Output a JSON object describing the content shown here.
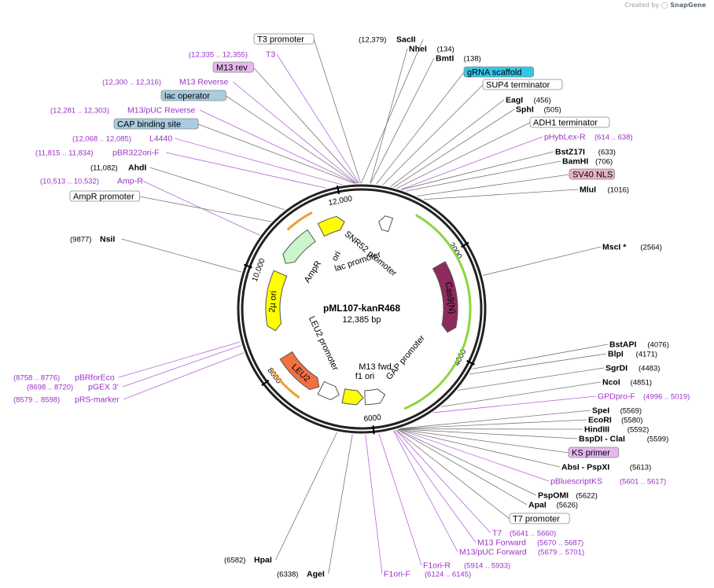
{
  "credit": {
    "prefix": "Created by",
    "brand": "SnapGene"
  },
  "plasmid": {
    "name": "pML107-kanR468",
    "length_label": "12,385 bp",
    "length": 12385
  },
  "ticks": [
    "2000",
    "4000",
    "6000",
    "8000",
    "10,000",
    "12,000"
  ],
  "colors": {
    "primer": "#9b30c8",
    "backbone": "#222222"
  },
  "features": [
    {
      "name": "Cas9(N)",
      "start": 2080,
      "end": 3620,
      "color": "#8e2a5e",
      "dir": "cw",
      "inner": true
    },
    {
      "name": "GAP promoter",
      "start": 5670,
      "end": 6120,
      "color": "#ffffff",
      "dir": "ccw",
      "inner": true
    },
    {
      "name": "f1 ori",
      "start": 6160,
      "end": 6600,
      "color": "#ffff00",
      "dir": "ccw",
      "inner": true
    },
    {
      "name": "LEU2",
      "start": 7180,
      "end": 8200,
      "color": "#f37040",
      "dir": "ccw",
      "inner": true
    },
    {
      "name": "LEU2 promoter",
      "start": 6700,
      "end": 7130,
      "color": "#ffffff",
      "dir": "ccw",
      "inner": true
    },
    {
      "name": "2µ ori",
      "start": 8800,
      "end": 10100,
      "color": "#ffff00",
      "dir": "ccw",
      "inner": true
    },
    {
      "name": "AmpR",
      "start": 10350,
      "end": 11200,
      "color": "#ccf5cc",
      "dir": "ccw",
      "inner": true
    },
    {
      "name": "ori",
      "start": 11450,
      "end": 12000,
      "color": "#ffff00",
      "dir": "cw",
      "inner": true
    },
    {
      "name": "SNR52 promoter",
      "start": 380,
      "end": 650,
      "color": "#ffffff",
      "dir": "ccw",
      "inner": true
    }
  ],
  "labels": [
    {
      "kind": "box",
      "text": "T3 promoter",
      "fill": "#ffffff"
    },
    {
      "kind": "primer",
      "text": "T3",
      "pos": "(12,335 .. 12,355)"
    },
    {
      "kind": "box",
      "text": "M13 rev",
      "fill": "#e6b8ee"
    },
    {
      "kind": "primer",
      "text": "M13 Reverse",
      "pos": "(12,300 .. 12,316)"
    },
    {
      "kind": "box",
      "text": "lac operator",
      "fill": "#a8cce0"
    },
    {
      "kind": "primer",
      "text": "M13/pUC Reverse",
      "pos": "(12,281 .. 12,303)"
    },
    {
      "kind": "box",
      "text": "CAP binding site",
      "fill": "#a8cce0"
    },
    {
      "kind": "primer",
      "text": "L4440",
      "pos": "(12,068 .. 12,085)"
    },
    {
      "kind": "primer",
      "text": "pBR322ori-F",
      "pos": "(11,815 .. 11,834)"
    },
    {
      "kind": "enzyme",
      "text": "AhdI",
      "pos": "(11,082)"
    },
    {
      "kind": "primer",
      "text": "Amp-R",
      "pos": "(10,513 .. 10,532)"
    },
    {
      "kind": "box",
      "text": "AmpR promoter",
      "fill": "#ffffff"
    },
    {
      "kind": "enzyme",
      "text": "NsiI",
      "pos": "(9877)"
    },
    {
      "kind": "primer",
      "text": "pBRforEco",
      "pos": "(8758 .. 8776)"
    },
    {
      "kind": "primer",
      "text": "pGEX 3'",
      "pos": "(8698 .. 8720)"
    },
    {
      "kind": "primer",
      "text": "pRS-marker",
      "pos": "(8579 .. 8598)"
    },
    {
      "kind": "enzyme",
      "text": "HpaI",
      "pos": "(6582)"
    },
    {
      "kind": "enzyme",
      "text": "AgeI",
      "pos": "(6338)"
    },
    {
      "kind": "primer",
      "text": "F1ori-F",
      "pos": "(6124 .. 6145)"
    },
    {
      "kind": "primer",
      "text": "F1ori-R",
      "pos": "(5914 .. 5933)"
    },
    {
      "kind": "enzyme",
      "text": "SacII",
      "pos": "(12,379)"
    },
    {
      "kind": "enzyme",
      "text": "NheI",
      "pos": "(134)"
    },
    {
      "kind": "enzyme",
      "text": "BmtI",
      "pos": "(138)"
    },
    {
      "kind": "box",
      "text": "gRNA scaffold",
      "fill": "#33c7e6"
    },
    {
      "kind": "box",
      "text": "SUP4 terminator",
      "fill": "#ffffff"
    },
    {
      "kind": "enzyme",
      "text": "EagI",
      "pos": "(456)"
    },
    {
      "kind": "enzyme",
      "text": "SphI",
      "pos": "(505)"
    },
    {
      "kind": "box",
      "text": "ADH1 terminator",
      "fill": "#ffffff"
    },
    {
      "kind": "primer",
      "text": "pHybLex-R",
      "pos": "(614 .. 638)"
    },
    {
      "kind": "enzyme",
      "text": "BstZ17I",
      "pos": "(633)"
    },
    {
      "kind": "enzyme",
      "text": "BamHI",
      "pos": "(706)"
    },
    {
      "kind": "box",
      "text": "SV40 NLS",
      "fill": "#e8b4c4"
    },
    {
      "kind": "enzyme",
      "text": "MluI",
      "pos": "(1016)"
    },
    {
      "kind": "enzyme",
      "text": "MscI *",
      "pos": "(2564)"
    },
    {
      "kind": "enzyme",
      "text": "BstAPI",
      "pos": "(4076)"
    },
    {
      "kind": "enzyme",
      "text": "BlpI",
      "pos": "(4171)"
    },
    {
      "kind": "enzyme",
      "text": "SgrDI",
      "pos": "(4483)"
    },
    {
      "kind": "enzyme",
      "text": "NcoI",
      "pos": "(4851)"
    },
    {
      "kind": "primer",
      "text": "GPDpro-F",
      "pos": "(4996 .. 5019)"
    },
    {
      "kind": "enzyme",
      "text": "SpeI",
      "pos": "(5569)"
    },
    {
      "kind": "enzyme",
      "text": "EcoRI",
      "pos": "(5580)"
    },
    {
      "kind": "enzyme",
      "text": "HindIII",
      "pos": "(5592)"
    },
    {
      "kind": "enzyme",
      "text": "BspDI - ClaI",
      "pos": "(5599)"
    },
    {
      "kind": "box",
      "text": "KS primer",
      "fill": "#e6b8ee"
    },
    {
      "kind": "enzyme",
      "text": "AbsI - PspXI",
      "pos": "(5613)"
    },
    {
      "kind": "primer",
      "text": "pBluescriptKS",
      "pos": "(5601 .. 5617)"
    },
    {
      "kind": "enzyme",
      "text": "PspOMI",
      "pos": "(5622)"
    },
    {
      "kind": "enzyme",
      "text": "ApaI",
      "pos": "(5626)"
    },
    {
      "kind": "box",
      "text": "T7 promoter",
      "fill": "#ffffff"
    },
    {
      "kind": "primer",
      "text": "T7",
      "pos": "(5641 .. 5660)"
    },
    {
      "kind": "primer",
      "text": "M13 Forward",
      "pos": "(5670 .. 5687)"
    },
    {
      "kind": "primer",
      "text": "M13/pUC Forward",
      "pos": "(5679 .. 5701)"
    }
  ],
  "inner_labels": [
    "ori",
    "lac promoter",
    "SNR52 promoter",
    "AmpR",
    "LEU2 promoter",
    "M13 fwd",
    "f1 ori",
    "GAP promoter"
  ]
}
